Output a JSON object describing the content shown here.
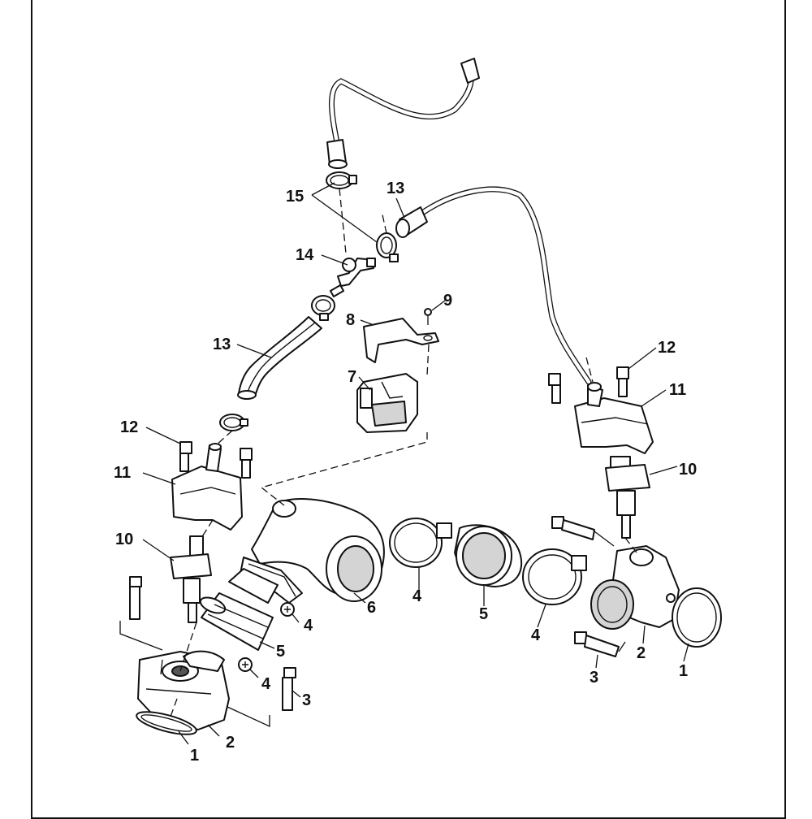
{
  "callouts": {
    "c1": "1",
    "c2": "2",
    "c3": "3",
    "c4": "4",
    "c5": "5",
    "c6": "6",
    "c7": "7",
    "c8": "8",
    "c9": "9",
    "c10": "10",
    "c11": "11",
    "c12": "12",
    "c13": "13",
    "c14": "14",
    "c15": "15"
  },
  "colors": {
    "line": "#111111",
    "shade": "#d4d4d4",
    "background": "#ffffff"
  }
}
